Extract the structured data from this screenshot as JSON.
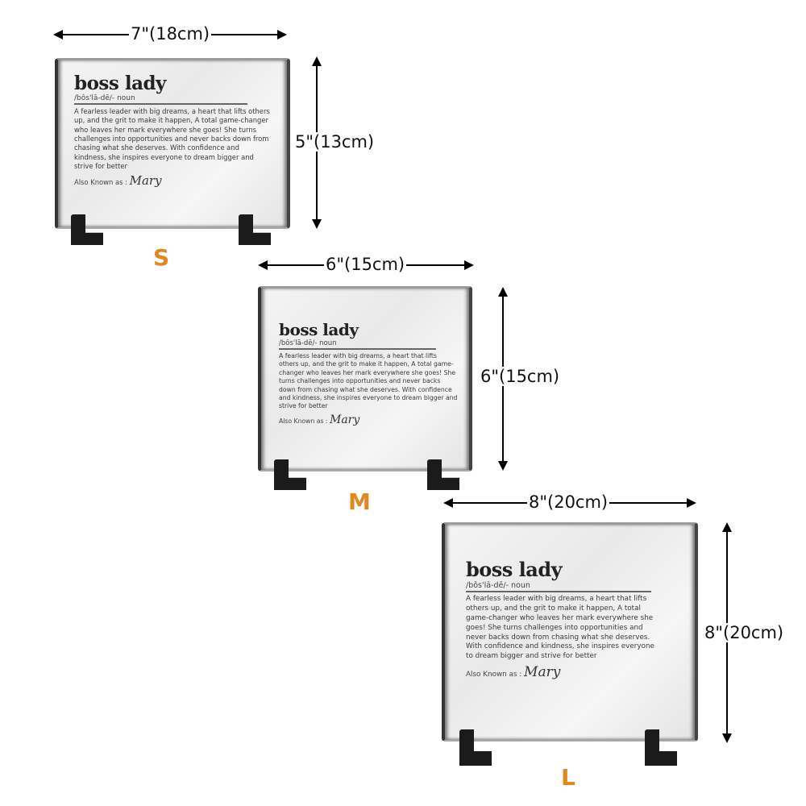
{
  "plaque_text": {
    "title": "boss lady",
    "pronunciation": "/bôs'lā-dē/- noun",
    "definition": "A fearless leader with big dreams, a heart that lifts others up, and the grit to make it happen, A total game-changer who leaves her mark everywhere she goes! She turns challenges into opportunities and never backs down from chasing what she deserves. With confidence and kindness, she inspires everyone to dream bigger and strive for better",
    "aka_label": "Also Known as :",
    "name": "Mary"
  },
  "sizes": {
    "small": {
      "label": "S",
      "width": "7\"(18cm)",
      "height": "5\"(13cm)"
    },
    "medium": {
      "label": "M",
      "width": "6\"(15cm)",
      "height": "6\"(15cm)"
    },
    "large": {
      "label": "L",
      "width": "8\"(20cm)",
      "height": "8\"(20cm)"
    }
  },
  "colors": {
    "size_label": "#e0871e"
  }
}
